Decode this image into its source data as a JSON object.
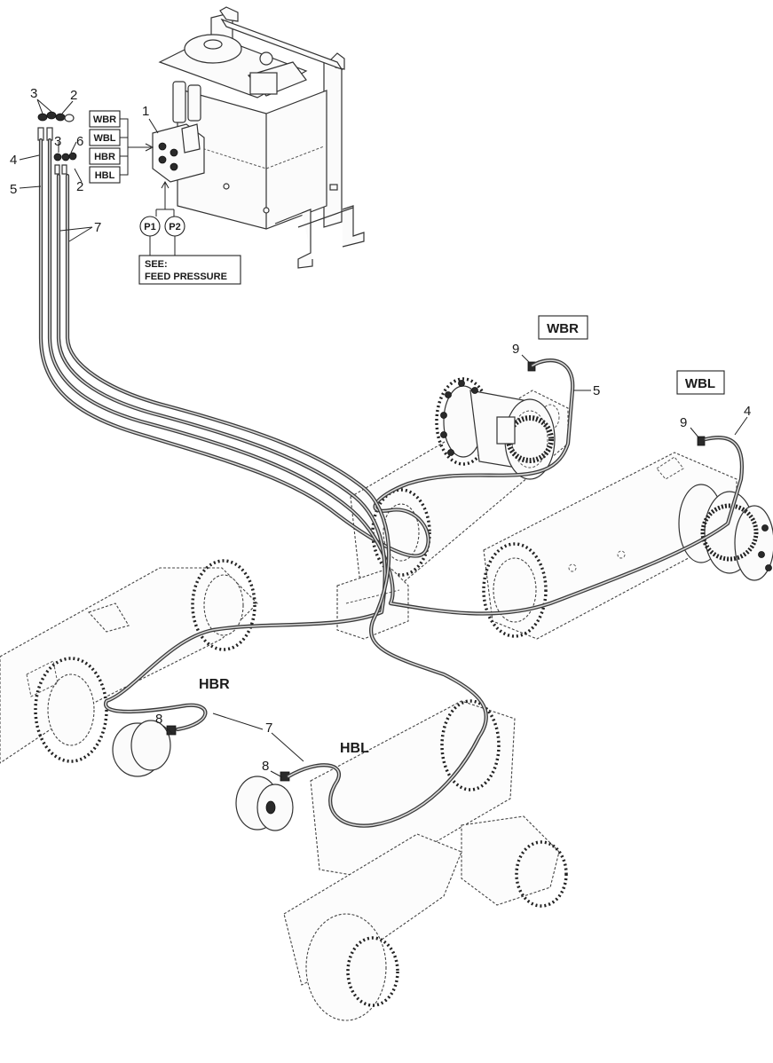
{
  "diagram": {
    "callouts": {
      "c3_top": "3",
      "c2_top": "2",
      "c1": "1",
      "c3_mid": "3",
      "c6": "6",
      "c4_left": "4",
      "c2_mid": "2",
      "c5_left": "5",
      "c7_top": "7",
      "c9_wbr": "9",
      "c5_wbr": "5",
      "c9_wbl": "9",
      "c4_wbl": "4",
      "c8_hbr": "8",
      "c7_hbr": "7",
      "c8_hbl": "8"
    },
    "port_labels": [
      "WBR",
      "WBL",
      "HBR",
      "HBL"
    ],
    "pressure_ports": [
      "P1",
      "P2"
    ],
    "note": {
      "line1": "SEE:",
      "line2": "FEED PRESSURE"
    },
    "zone_labels": {
      "wbr": "WBR",
      "wbl": "WBL",
      "hbr": "HBR",
      "hbl": "HBL"
    },
    "colors": {
      "line": "#222222",
      "hose": "#3a3a3a",
      "background": "#ffffff"
    }
  }
}
